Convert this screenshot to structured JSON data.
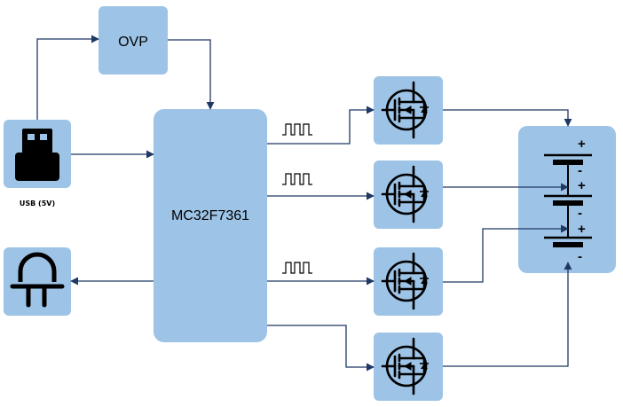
{
  "blocks": {
    "ovp": {
      "label": "OVP"
    },
    "mcu": {
      "label": "MC32F7361"
    },
    "usb": {
      "caption": "USB (5V)"
    }
  },
  "battery_signs": {
    "plus": "+",
    "minus": "-"
  },
  "icons": {
    "usb": "usb-plug-icon",
    "led": "led-icon",
    "mosfet": "mosfet-icon",
    "battery": "battery-cell-icon",
    "pwm": "pwm-pulse-icon"
  },
  "colors": {
    "block_fill": "#9dc3e6",
    "wire": "#1f3864",
    "symbol": "#000000"
  }
}
